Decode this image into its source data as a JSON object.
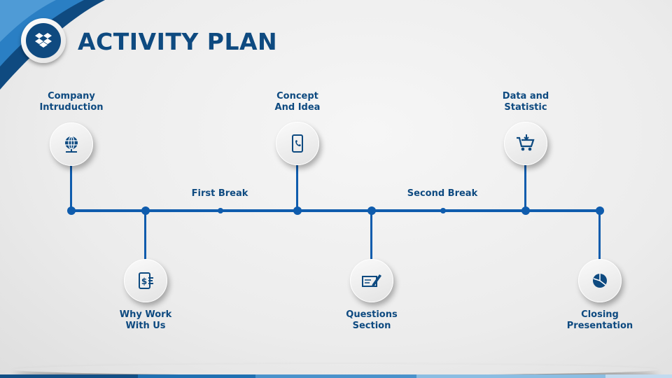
{
  "header": {
    "title": "ACTIVITY PLAN",
    "logo_icon": "dropbox-icon"
  },
  "colors": {
    "primary": "#0f5cad",
    "title": "#0e4a80"
  },
  "timeline": {
    "milestones": [
      {
        "label_line1": "Company",
        "label_line2": "Intruduction",
        "icon": "globe-icon"
      },
      {
        "label_line1": "Why Work",
        "label_line2": "With Us",
        "icon": "tablet-dollar-icon"
      },
      {
        "label_line1": "Concept",
        "label_line2": "And Idea",
        "icon": "phone-call-icon"
      },
      {
        "label_line1": "Questions",
        "label_line2": "Section",
        "icon": "document-pen-icon"
      },
      {
        "label_line1": "Data and",
        "label_line2": "Statistic",
        "icon": "shopping-cart-icon"
      },
      {
        "label_line1": "Closing",
        "label_line2": "Presentation",
        "icon": "pie-chart-icon"
      }
    ],
    "breaks": [
      "First Break",
      "Second Break"
    ]
  }
}
